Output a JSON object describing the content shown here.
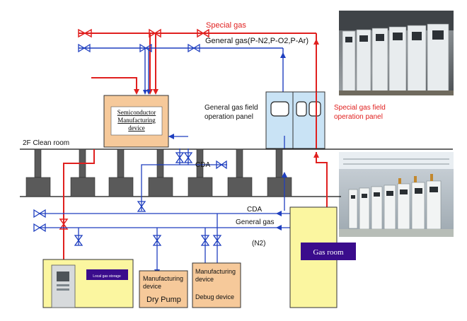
{
  "labels": {
    "special_gas": "Special gas",
    "general_gas": "General gas(P-N2,P-O2,P-Ar)",
    "general_panel_line1": "General gas field",
    "general_panel_line2": "operation panel",
    "special_panel_line1": "Special gas field",
    "special_panel_line2": "operation panel",
    "semi_line1": "Semiconductor",
    "semi_line2": "Manufacturing",
    "semi_line3": "device",
    "clean_room": "2F Clean room",
    "cda_upper": "CDA",
    "cda_lower": "CDA",
    "general_gas_lower": "General gas",
    "n2": "(N2)",
    "gas_room": "Gas room",
    "gas_storage": "Local gas storage",
    "mfg1_line1": "Manufacturing",
    "mfg1_line2": "device",
    "dry_pump": "Dry Pump",
    "mfg2_line1": "Manufacturing",
    "mfg2_line2": "device",
    "debug_device": "Debug device"
  },
  "colors": {
    "special_line": "#e0201f",
    "general_line": "#1f3fbf",
    "box_fill": "#f6c99a",
    "yellow_fill": "#fbf6a0",
    "panel_fill": "#c9e3f5",
    "gas_room_label_fill": "#3a0c8c",
    "pillar_fill": "#5a5a5a"
  },
  "photos": {
    "top_photo": "gas cabinets photo",
    "bottom_photo": "gas room cabinets photo"
  }
}
